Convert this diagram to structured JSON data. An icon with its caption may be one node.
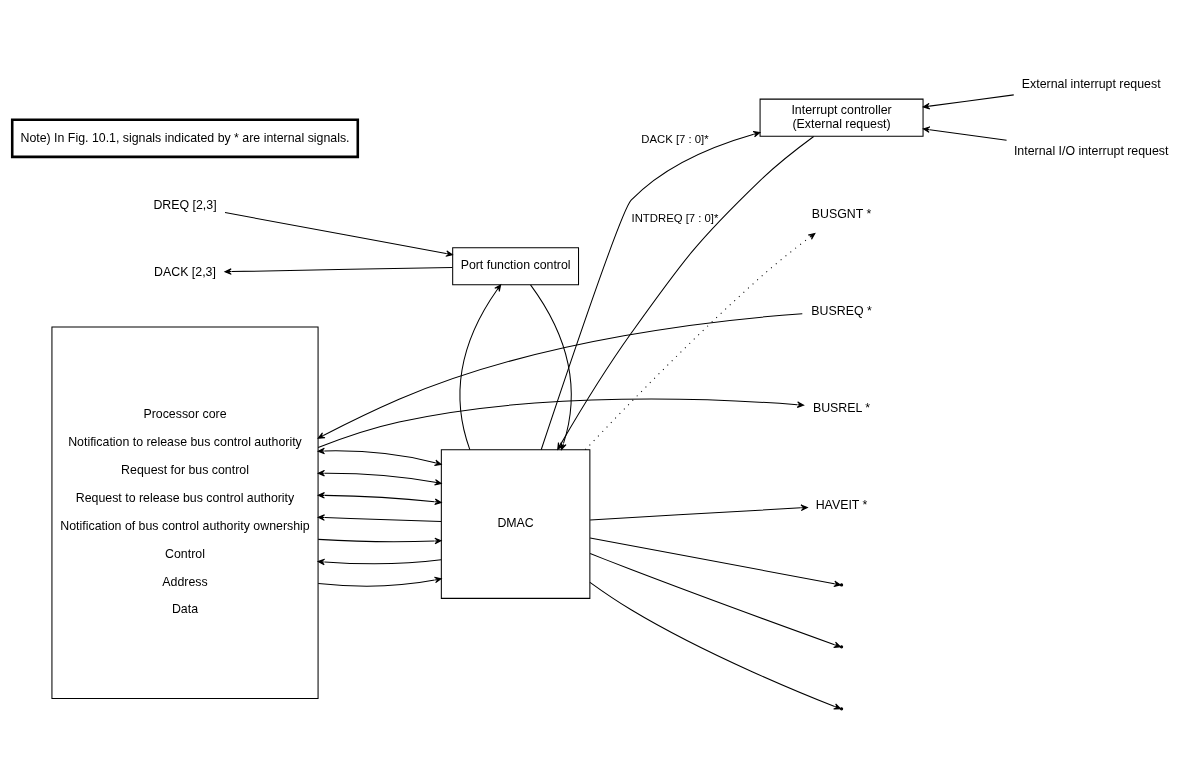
{
  "diagram": {
    "nodes": [
      {
        "text": [
          "Port function control"
        ]
      },
      {
        "text": [
          "Interrupt controller",
          "(External request)"
        ]
      },
      {
        "text": [
          "Processor core",
          "Notification to release bus control authority",
          "Request for bus control",
          "Request to release bus control authority",
          "Notification of bus control authority ownership",
          "Control",
          "Address",
          "Data"
        ]
      },
      {
        "text": [
          "DMAC"
        ]
      },
      {
        "text": [
          "DREQ [2,3]"
        ]
      },
      {
        "text": [
          "DACK [2,3]"
        ]
      },
      {
        "text": [
          "External interrupt request"
        ]
      },
      {
        "text": [
          "Internal I/O interrupt request"
        ]
      },
      {
        "text": [
          "BUSGNT *"
        ]
      },
      {
        "text": [
          "BUSREQ *"
        ]
      },
      {
        "text": [
          "BUSREL *"
        ]
      },
      {
        "text": [
          "HAVEIT *"
        ]
      },
      {
        "text": [
          "Note) In Fig. 10.1, signals indicated by * are internal signals."
        ]
      }
    ],
    "edges": [
      {
        "from": 4,
        "to": 0,
        "arrow": "to"
      },
      {
        "from": 0,
        "to": 5,
        "arrow": "to"
      },
      {
        "from": 0,
        "to": 3,
        "arrow": "to"
      },
      {
        "from": 3,
        "to": 0,
        "arrow": "to"
      },
      {
        "from": 3,
        "to": 1,
        "arrow": "to",
        "label": "DACK [7 : 0]*"
      },
      {
        "from": 1,
        "to": 3,
        "arrow": "to",
        "label": "INTDREQ [7 : 0]*"
      },
      {
        "from": 6,
        "to": 1,
        "arrow": "to"
      },
      {
        "from": 7,
        "to": 1,
        "arrow": "to"
      },
      {
        "from": 2,
        "to": 3,
        "arrow": "to"
      },
      {
        "from": 3,
        "to": 8,
        "arrow": "to",
        "style": "dashed"
      },
      {
        "from": 9,
        "to": 2,
        "arrow": "to"
      },
      {
        "from": 3,
        "to": 2,
        "arrow": "to"
      },
      {
        "from": 2,
        "to": 10,
        "arrow": "to"
      },
      {
        "from": 2,
        "to": 3,
        "arrow": "to"
      },
      {
        "from": 3,
        "to": 2,
        "arrow": "to"
      },
      {
        "from": 3,
        "to": 11,
        "arrow": "to"
      },
      {
        "from": 3,
        "to": 2,
        "arrow": "both"
      },
      {
        "from": 3,
        "to": null,
        "arrow": "to"
      },
      {
        "from": 3,
        "to": 2,
        "arrow": "both"
      },
      {
        "from": 3,
        "to": null,
        "arrow": "to"
      },
      {
        "from": 3,
        "to": 2,
        "arrow": "both"
      },
      {
        "from": 3,
        "to": null,
        "arrow": "to"
      }
    ]
  }
}
